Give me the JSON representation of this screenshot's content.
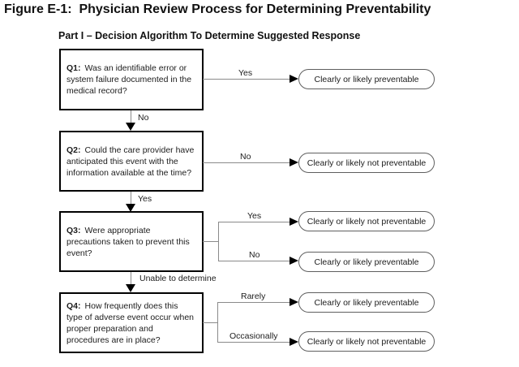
{
  "figure": {
    "title": "Figure E-1:  Physician Review Process for Determining Preventability",
    "subtitle": "Part I – Decision Algorithm To Determine Suggested Response"
  },
  "colors": {
    "text": "#000000",
    "box_border": "#000000",
    "connector_line": "#8a8a8a",
    "oval_border": "#5f5f5f",
    "background": "#ffffff"
  },
  "questions": [
    {
      "prefix": "Q1:",
      "text": "Was an identifiable error or system failure documented in the medical record?",
      "branches": [
        {
          "label": "Yes",
          "outcome": "Clearly or likely preventable"
        },
        {
          "label": "No",
          "goes_to": "Q2"
        }
      ]
    },
    {
      "prefix": "Q2:",
      "text": "Could the care provider have anticipated this event with the information available at the time?",
      "branches": [
        {
          "label": "No",
          "outcome": "Clearly or likely not preventable"
        },
        {
          "label": "Yes",
          "goes_to": "Q3"
        }
      ]
    },
    {
      "prefix": "Q3:",
      "text": "Were appropriate precautions taken to prevent this event?",
      "branches": [
        {
          "label": "Yes",
          "outcome": "Clearly or likely not preventable"
        },
        {
          "label": "No",
          "outcome": "Clearly or likely preventable"
        },
        {
          "label": "Unable to determine",
          "goes_to": "Q4"
        }
      ]
    },
    {
      "prefix": "Q4:",
      "text": "How frequently does this type of adverse event occur when proper preparation and procedures are in place?",
      "branches": [
        {
          "label": "Rarely",
          "outcome": "Clearly or likely preventable"
        },
        {
          "label": "Occasionally",
          "outcome": "Clearly or likely not preventable"
        }
      ]
    }
  ]
}
